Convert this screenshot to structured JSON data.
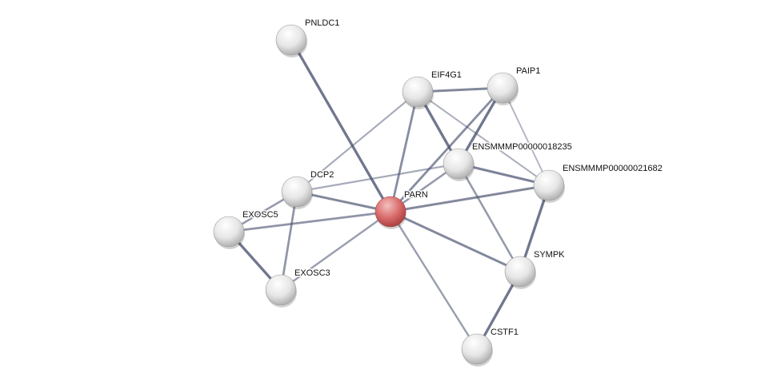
{
  "network": {
    "query_node": "PARN",
    "colors": {
      "query": "#d95f5f",
      "node": "#e8e8e8",
      "edge": "#4a5270"
    },
    "nodes": [
      {
        "id": "PNLDC1",
        "label": "PNLDC1"
      },
      {
        "id": "EIF4G1",
        "label": "EIF4G1"
      },
      {
        "id": "PAIP1",
        "label": "PAIP1"
      },
      {
        "id": "ENSMMMP00000018235",
        "label": "ENSMMMP00000018235"
      },
      {
        "id": "ENSMMMP00000021682",
        "label": "ENSMMMP00000021682"
      },
      {
        "id": "DCP2",
        "label": "DCP2"
      },
      {
        "id": "PARN",
        "label": "PARN"
      },
      {
        "id": "EXOSC5",
        "label": "EXOSC5"
      },
      {
        "id": "EXOSC3",
        "label": "EXOSC3"
      },
      {
        "id": "SYMPK",
        "label": "SYMPK"
      },
      {
        "id": "CSTF1",
        "label": "CSTF1"
      }
    ],
    "edges": [
      {
        "source": "PNLDC1",
        "target": "PARN",
        "score": 0.9
      },
      {
        "source": "EIF4G1",
        "target": "PAIP1",
        "score": 0.75
      },
      {
        "source": "EIF4G1",
        "target": "DCP2",
        "score": 0.45
      },
      {
        "source": "EIF4G1",
        "target": "PARN",
        "score": 0.7
      },
      {
        "source": "EIF4G1",
        "target": "ENSMMMP00000018235",
        "score": 0.9
      },
      {
        "source": "EIF4G1",
        "target": "ENSMMMP00000021682",
        "score": 0.4
      },
      {
        "source": "PAIP1",
        "target": "ENSMMMP00000018235",
        "score": 0.9
      },
      {
        "source": "PAIP1",
        "target": "PARN",
        "score": 0.7
      },
      {
        "source": "PAIP1",
        "target": "ENSMMMP00000021682",
        "score": 0.35
      },
      {
        "source": "ENSMMMP00000018235",
        "target": "ENSMMMP00000021682",
        "score": 0.8
      },
      {
        "source": "ENSMMMP00000018235",
        "target": "PARN",
        "score": 0.6
      },
      {
        "source": "ENSMMMP00000018235",
        "target": "DCP2",
        "score": 0.45
      },
      {
        "source": "ENSMMMP00000018235",
        "target": "SYMPK",
        "score": 0.6
      },
      {
        "source": "ENSMMMP00000021682",
        "target": "PARN",
        "score": 0.75
      },
      {
        "source": "ENSMMMP00000021682",
        "target": "SYMPK",
        "score": 0.9
      },
      {
        "source": "DCP2",
        "target": "PARN",
        "score": 0.75
      },
      {
        "source": "DCP2",
        "target": "EXOSC5",
        "score": 0.6
      },
      {
        "source": "DCP2",
        "target": "EXOSC3",
        "score": 0.65
      },
      {
        "source": "EXOSC5",
        "target": "PARN",
        "score": 0.65
      },
      {
        "source": "EXOSC5",
        "target": "EXOSC3",
        "score": 0.9
      },
      {
        "source": "EXOSC3",
        "target": "PARN",
        "score": 0.55
      },
      {
        "source": "PARN",
        "target": "SYMPK",
        "score": 0.75
      },
      {
        "source": "PARN",
        "target": "CSTF1",
        "score": 0.55
      },
      {
        "source": "SYMPK",
        "target": "CSTF1",
        "score": 0.9
      }
    ]
  }
}
